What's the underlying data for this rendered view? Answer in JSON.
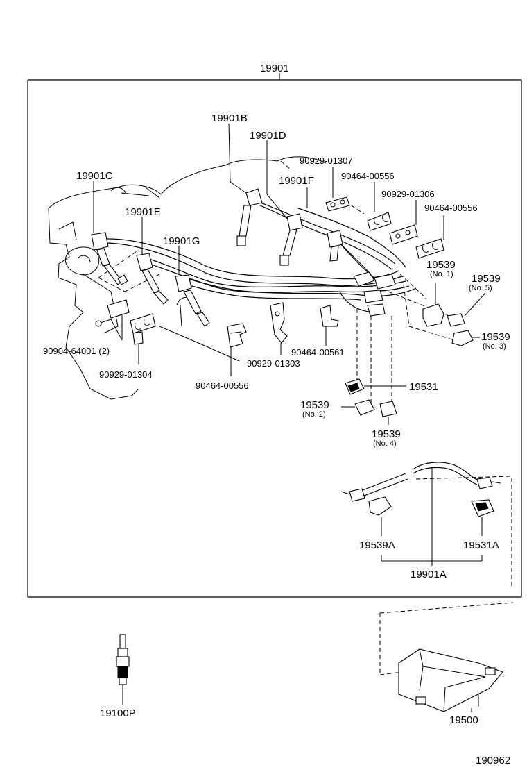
{
  "labels": {
    "assembly": "19901",
    "cord_b": "19901B",
    "cord_d": "19901D",
    "cord_c": "19901C",
    "cord_e": "19901E",
    "cord_g": "19901G",
    "cord_f": "19901F",
    "clamp_90929_01307": "90929-01307",
    "clamp_90464_00556_a": "90464-00556",
    "clamp_90929_01306": "90929-01306",
    "clamp_90464_00556_b": "90464-00556",
    "boot_19539_no1": "19539",
    "boot_19539_no1_sub": "(No. 1)",
    "boot_19539_no5": "19539",
    "boot_19539_no5_sub": "(No. 5)",
    "boot_19539_no3": "19539",
    "boot_19539_no3_sub": "(No. 3)",
    "clamp_90904_64001": "90904-64001 (2)",
    "clamp_90929_01304": "90929-01304",
    "clamp_90464_00556_c": "90464-00556",
    "clamp_90929_01303": "90929-01303",
    "clamp_90464_00561": "90464-00561",
    "boot_19531": "19531",
    "boot_19539_no2": "19539",
    "boot_19539_no2_sub": "(No. 2)",
    "boot_19539_no4": "19539",
    "boot_19539_no4_sub": "(No. 4)",
    "boot_19539a": "19539A",
    "boot_19531a": "19531A",
    "cord_a": "19901A",
    "spark_plug": "19100P",
    "coil": "19500",
    "figure_number": "190962"
  }
}
